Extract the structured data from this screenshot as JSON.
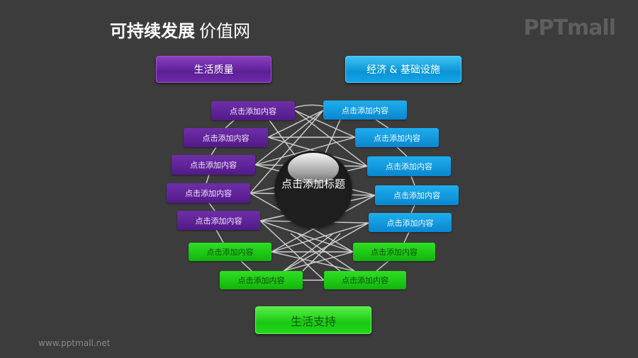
{
  "header": {
    "title_bold": "可持续发展",
    "title_light": "价值网",
    "logo": "PPTmall"
  },
  "footer": {
    "url": "www.pptmall.net"
  },
  "categories": {
    "quality_of_life": "生活质量",
    "economy_infrastructure": "经济 & 基础设施",
    "life_support": "生活支持"
  },
  "hub": {
    "label": "点击添加标题"
  },
  "nodes": {
    "purple": [
      "点击添加内容",
      "点击添加内容",
      "点击添加内容",
      "点击添加内容",
      "点击添加内容"
    ],
    "blue": [
      "点击添加内容",
      "点击添加内容",
      "点击添加内容",
      "点击添加内容",
      "点击添加内容"
    ],
    "green": [
      "点击添加内容",
      "点击添加内容",
      "点击添加内容",
      "点击添加内容"
    ]
  },
  "colors": {
    "background": "#3c3c3c",
    "purple": "#5c1f95",
    "blue": "#0b93d6",
    "green": "#19c812",
    "lines": "#e6e6e6"
  }
}
